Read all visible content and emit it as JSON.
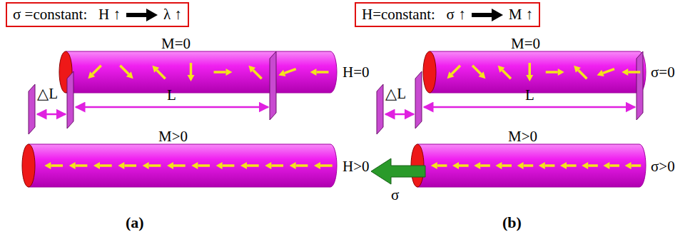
{
  "diagram": {
    "nodes": [
      {
        "text": [
          "σ =constant:   H ↑",
          "λ ↑"
        ]
      },
      {
        "text": [
          "H=constant:   σ ↑",
          "M ↑"
        ]
      }
    ],
    "labels": [
      "M=0",
      "H=0",
      "△L",
      "L",
      "M>0",
      "H>0",
      "(a)",
      "M=0",
      "σ=0",
      "△L",
      "L",
      "M>0",
      "σ>0",
      "σ",
      "(b)"
    ]
  }
}
